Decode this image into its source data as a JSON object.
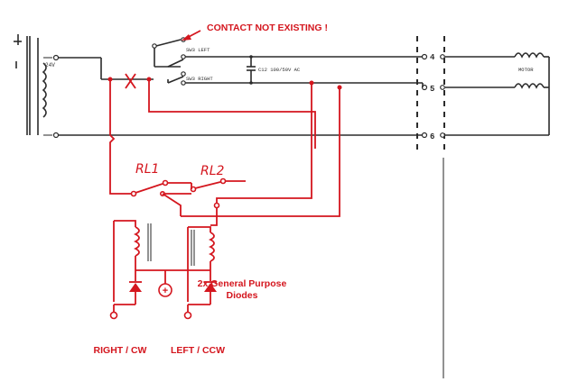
{
  "annotations": {
    "contact_note": "CONTACT NOT EXISTING !",
    "diodes_line1": "2x General Purpose",
    "diodes_line2": "Diodes",
    "right_cw": "RIGHT / CW",
    "left_ccw": "LEFT / CCW",
    "relay1": "RL1",
    "relay2": "RL2",
    "plus": "+"
  },
  "schematic": {
    "transformer_voltage": "24V",
    "switch_left": "SW3 LEFT",
    "switch_right": "SW3 RIGHT",
    "capacitor": "C12 100/50V AC",
    "motor": "MOTOR",
    "terminal_4": "4",
    "terminal_5": "5",
    "terminal_6": "6"
  },
  "colors": {
    "ink": "#2b2b2b",
    "annotation_red": "#d4161e",
    "background": "#ffffff"
  }
}
